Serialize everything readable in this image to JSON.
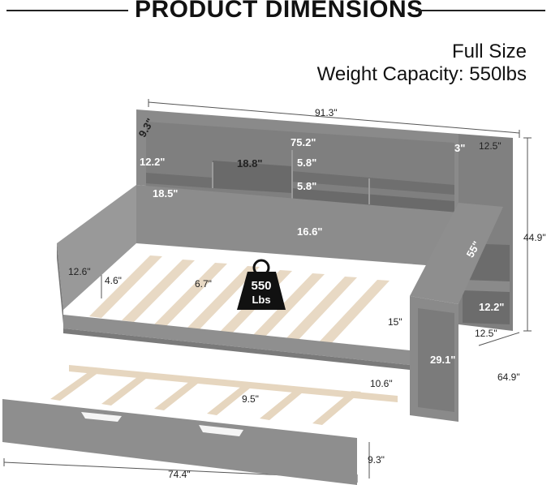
{
  "header": {
    "title": "PRODUCT DIMENSIONS"
  },
  "specs": {
    "size": "Full Size",
    "weight": "Weight Capacity: 550lbs"
  },
  "badge": {
    "value": "550",
    "unit": "Lbs"
  },
  "dimensions": {
    "total_length": "91.3\"",
    "shelf_depth": "9.3\"",
    "inner_length": "75.2\"",
    "small_gap": "3\"",
    "side_shelf_width": "12.5\"",
    "shelf_height_left": "12.2\"",
    "top_shelf_width": "18.8\"",
    "shelf_gap_upper": "5.8\"",
    "shelf_gap_lower": "5.8\"",
    "headboard_width": "18.5\"",
    "headboard_height": "16.6\"",
    "side_height": "12.6\"",
    "leg_gap": "4.6\"",
    "slat_gap": "6.7\"",
    "side_length": "55\"",
    "total_height": "44.9\"",
    "side_shelf_height": "12.2\"",
    "side_shelf_width_bottom": "12.5\"",
    "frame_height": "15\"",
    "cabinet_height": "29.1\"",
    "total_width": "64.9\"",
    "trundle_height": "10.6\"",
    "trundle_slat_gap": "9.5\"",
    "trundle_length": "74.4\"",
    "trundle_drawer_height": "9.3\""
  }
}
